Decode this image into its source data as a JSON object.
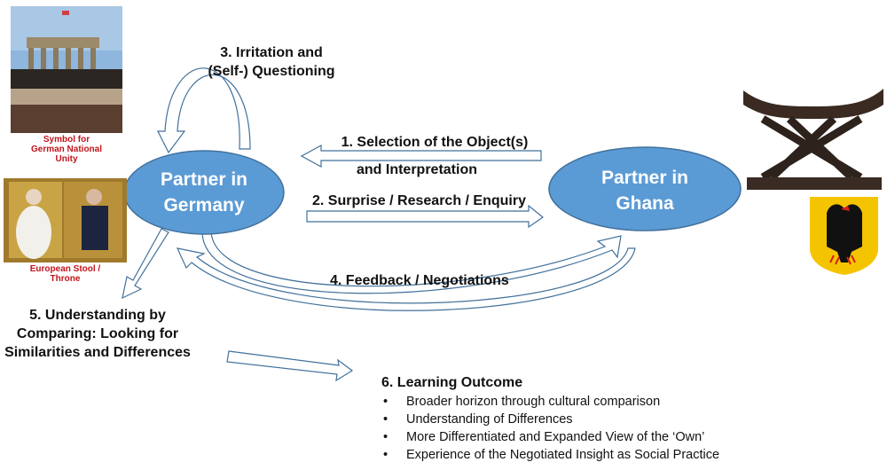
{
  "images": {
    "berlin": {
      "caption": "Symbol for German National Unity",
      "caption_lines": [
        "Symbol for",
        "German National",
        "Unity"
      ]
    },
    "throne": {
      "caption": "European Stool / Throne",
      "caption_lines": [
        "European Stool /",
        "Throne"
      ]
    },
    "stool": {
      "alt": "Ghanaian carved stool"
    },
    "eagle": {
      "alt": "German coat of arms"
    }
  },
  "nodes": {
    "germany": {
      "line1": "Partner in",
      "line2": "Germany"
    },
    "ghana": {
      "line1": "Partner in",
      "line2": "Ghana"
    }
  },
  "steps": {
    "step1_line1": "1. Selection of the Object(s)",
    "step1_line2": "and Interpretation",
    "step2": "2. Surprise / Research / Enquiry",
    "step3_line1": "3. Irritation and",
    "step3_line2": "(Self-) Questioning",
    "step4": "4. Feedback / Negotiations",
    "step5_line1": "5. Understanding by",
    "step5_line2": "Comparing: Looking for",
    "step5_line3": "Similarities and Differences"
  },
  "outcome": {
    "title": "6. Learning Outcome",
    "items": [
      "Broader horizon through cultural comparison",
      "Understanding of Differences",
      "More Differentiated and Expanded View of the ‘Own’",
      "Experience of the Negotiated Insight as Social Practice"
    ]
  },
  "colors": {
    "ellipse_fill": "#5b9bd5",
    "ellipse_stroke": "#41719c",
    "arrow_stroke": "#41719c",
    "caption_red": "#c0141c"
  }
}
